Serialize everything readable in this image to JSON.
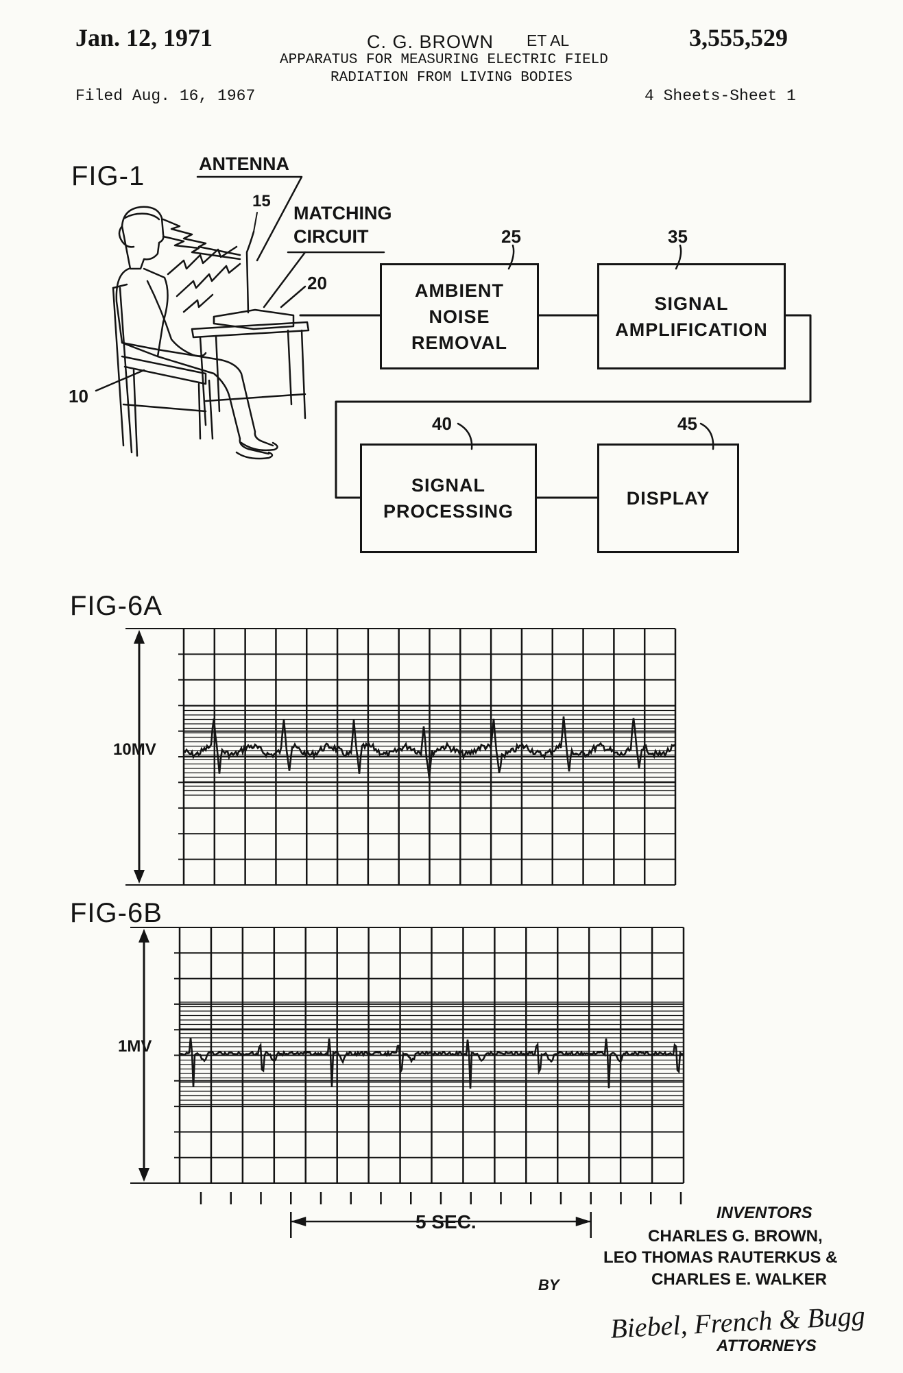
{
  "header": {
    "date": "Jan. 12, 1971",
    "inventor": "C. G. BROWN",
    "et_al": "ET AL",
    "patent_number": "3,555,529",
    "title_line1": "APPARATUS FOR MEASURING ELECTRIC FIELD",
    "title_line2": "RADIATION FROM LIVING BODIES",
    "filed": "Filed Aug. 16, 1967",
    "sheets": "4 Sheets-Sheet 1"
  },
  "fig1": {
    "label": "FIG-1",
    "antenna": "ANTENNA",
    "matching_line1": "MATCHING",
    "matching_line2": "CIRCUIT",
    "ref_person": "10",
    "ref_antenna": "15",
    "ref_matching": "20",
    "blocks": [
      {
        "ref": "25",
        "text": "AMBIENT\nNOISE\nREMOVAL"
      },
      {
        "ref": "35",
        "text": "SIGNAL\nAMPLIFICATION"
      },
      {
        "ref": "40",
        "text": "SIGNAL\nPROCESSING"
      },
      {
        "ref": "45",
        "text": "DISPLAY"
      }
    ]
  },
  "fig6a": {
    "label": "FIG-6A",
    "scale": "10MV"
  },
  "fig6b": {
    "label": "FIG-6B",
    "scale": "1MV"
  },
  "timebase": {
    "label": "5 SEC."
  },
  "inventors": {
    "heading": "INVENTORS",
    "line1": "CHARLES G. BROWN,",
    "line2": "LEO THOMAS RAUTERKUS &",
    "line3": "CHARLES E. WALKER"
  },
  "by": "BY",
  "attorneys": {
    "signature": "Biebel, French & Bugg",
    "label": "ATTORNEYS"
  },
  "colors": {
    "ink": "#141414",
    "paper": "#fbfbf7"
  }
}
